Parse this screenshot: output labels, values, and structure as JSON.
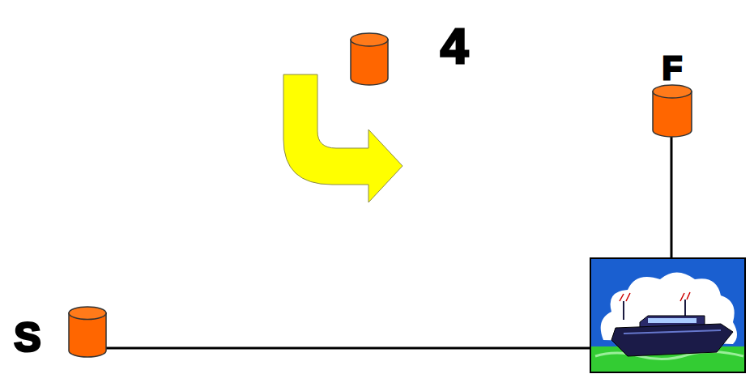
{
  "diagram": {
    "nodes": [
      {
        "text": [
          "4"
        ]
      },
      {
        "text": [
          "F"
        ]
      },
      {
        "text": [
          "S"
        ]
      }
    ]
  }
}
